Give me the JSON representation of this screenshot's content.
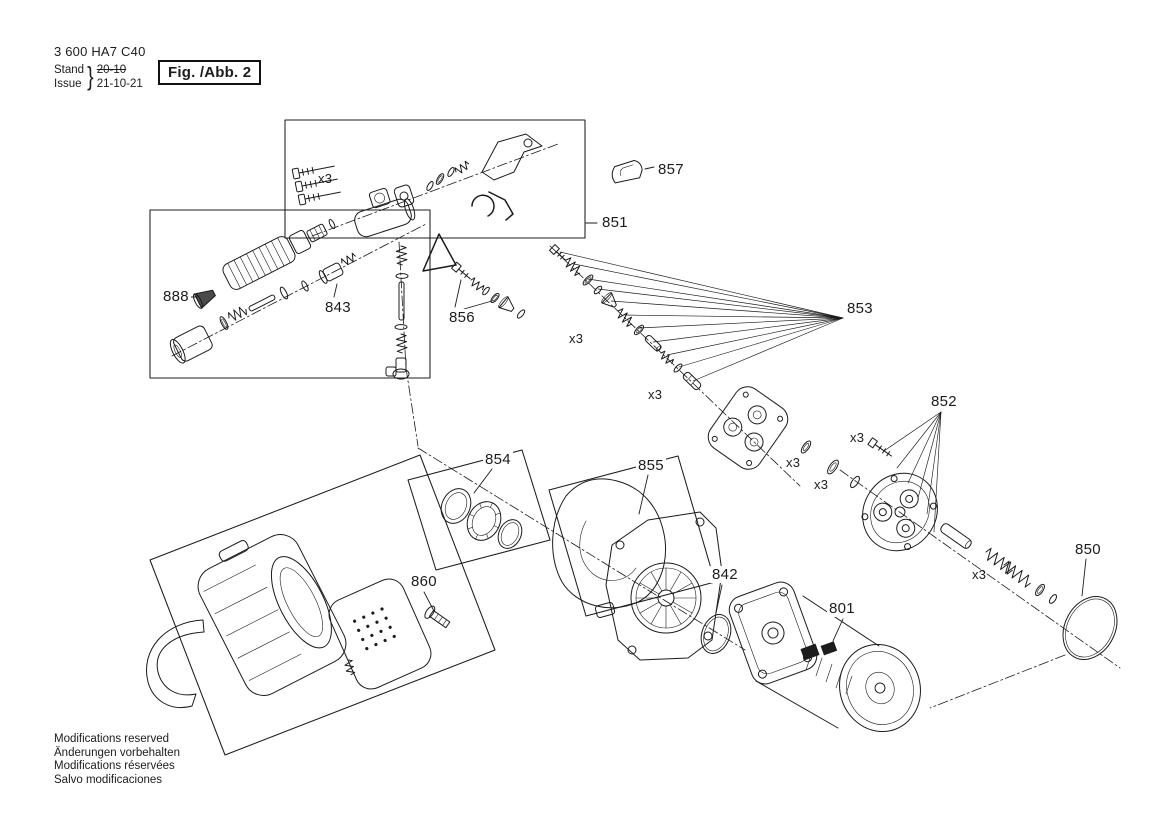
{
  "meta": {
    "ink": "#1c1c1c",
    "background": "#ffffff"
  },
  "header": {
    "part_number": "3 600 HA7 C40",
    "revision": {
      "stand_label": "Stand",
      "stand_value": "20-10",
      "issue_label": "Issue",
      "issue_value": "21-10-21",
      "brace": "}"
    },
    "figure_label": "Fig. /Abb. 2"
  },
  "callouts": [
    {
      "id": "851",
      "label": "851"
    },
    {
      "id": "857",
      "label": "857"
    },
    {
      "id": "888",
      "label": "888"
    },
    {
      "id": "843",
      "label": "843"
    },
    {
      "id": "856",
      "label": "856"
    },
    {
      "id": "853",
      "label": "853"
    },
    {
      "id": "852",
      "label": "852"
    },
    {
      "id": "854",
      "label": "854"
    },
    {
      "id": "855",
      "label": "855"
    },
    {
      "id": "860",
      "label": "860"
    },
    {
      "id": "842",
      "label": "842"
    },
    {
      "id": "801",
      "label": "801"
    },
    {
      "id": "850",
      "label": "850"
    }
  ],
  "quantity_marker": {
    "label": "x3"
  },
  "footer": {
    "lines": [
      "Modifications reserved",
      "Änderungen vorbehalten",
      "Modifications réservées",
      "Salvo modificaciones"
    ]
  }
}
